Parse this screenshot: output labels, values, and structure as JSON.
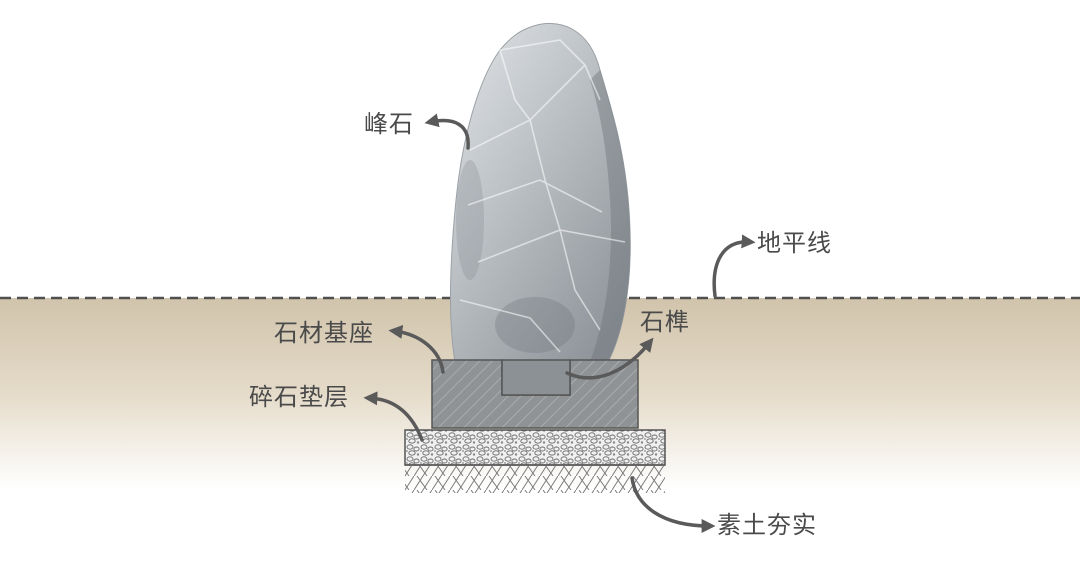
{
  "labels": {
    "peak_stone": "峰石",
    "ground_line": "地平线",
    "tenon": "石榫",
    "stone_base": "石材基座",
    "gravel_layer": "碎石垫层",
    "rammed_soil": "素土夯实"
  },
  "colors": {
    "text": "#4a4a4a",
    "arrow": "#5a5a5a",
    "ground": "#d1c4ac",
    "rock": "#b9bec3",
    "base": "#8f9395"
  }
}
